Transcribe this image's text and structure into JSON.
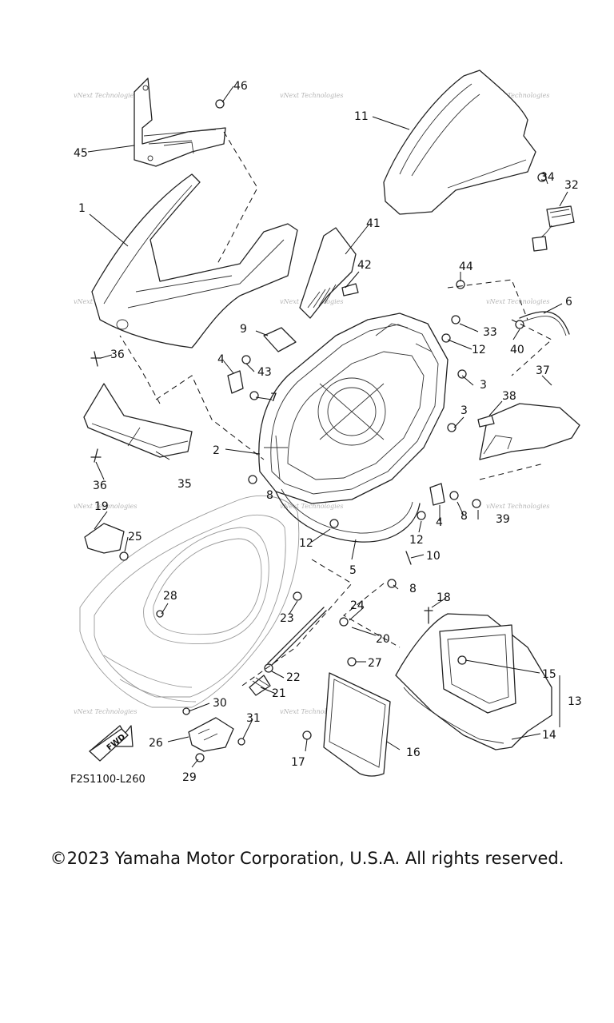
{
  "diagram": {
    "code": "F2S1100-L260",
    "fwd_label": "FWD",
    "watermark": "vNext Technologies",
    "callouts": [
      "1",
      "2",
      "3",
      "3",
      "4",
      "4",
      "5",
      "6",
      "7",
      "8",
      "8",
      "8",
      "9",
      "10",
      "11",
      "12",
      "12",
      "12",
      "13",
      "14",
      "15",
      "16",
      "17",
      "18",
      "19",
      "20",
      "21",
      "22",
      "23",
      "24",
      "25",
      "26",
      "27",
      "28",
      "29",
      "30",
      "31",
      "32",
      "33",
      "34",
      "35",
      "36",
      "36",
      "37",
      "38",
      "39",
      "40",
      "41",
      "42",
      "43",
      "44",
      "45",
      "46"
    ]
  },
  "footer": {
    "copyright": "©2023 Yamaha Motor Corporation, U.S.A. All rights reserved."
  }
}
